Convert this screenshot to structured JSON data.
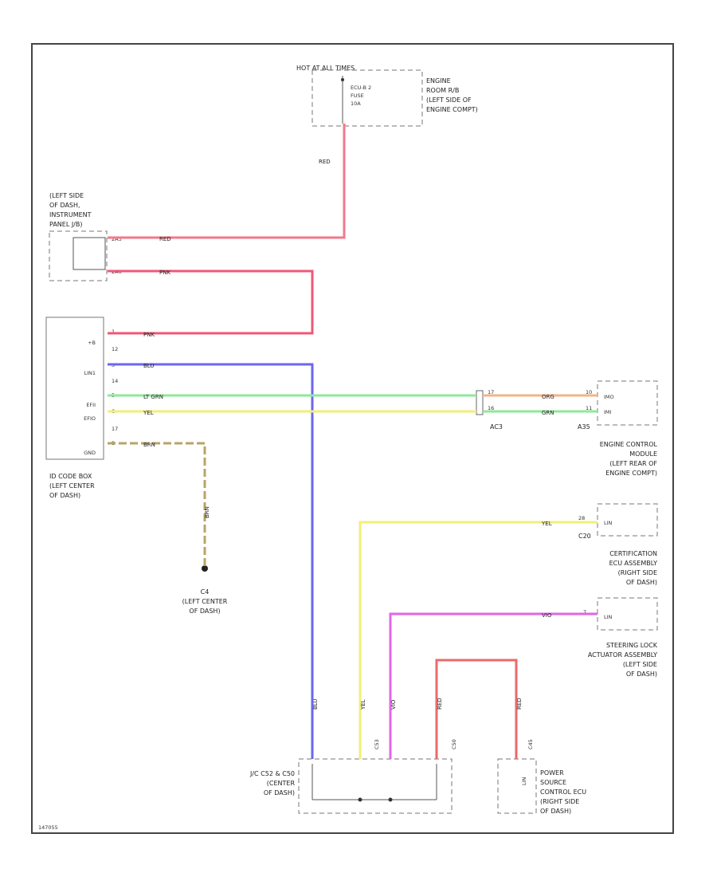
{
  "fuse_box": {
    "header": "HOT AT ALL TIMES",
    "fuse_line1": "ECU-B 2",
    "fuse_line2": "FUSE",
    "fuse_line3": "10A",
    "location": [
      "ENGINE",
      "ROOM R/B",
      "(LEFT SIDE OF",
      "ENGINE COMPT)"
    ]
  },
  "instrument_panel": {
    "location": [
      "(LEFT SIDE",
      "OF DASH,",
      "INSTRUMENT",
      "PANEL J/B)"
    ],
    "pin_a": "2A3",
    "pin_b": "2A6"
  },
  "id_code_box": {
    "pins": [
      "+B",
      "12",
      "LIN1",
      "14",
      "EFII",
      "EFIO",
      "17",
      "GND"
    ],
    "pin_nums": [
      "1",
      "2",
      "3",
      "4",
      "5",
      "6",
      "7",
      "8"
    ],
    "label": [
      "ID CODE BOX",
      "(LEFT CENTER",
      "OF DASH)"
    ]
  },
  "ground": {
    "name": "C4",
    "location": [
      "(LEFT CENTER",
      "OF DASH)"
    ]
  },
  "ecm": {
    "pins": [
      "IMO",
      "IMI"
    ],
    "pin_nums": [
      "10",
      "11"
    ],
    "connectors": [
      "AC3",
      "A35"
    ],
    "inline_pins": [
      "17",
      "16"
    ],
    "location": [
      "ENGINE CONTROL",
      "MODULE",
      "(LEFT REAR OF",
      "ENGINE COMPT)"
    ]
  },
  "certification_ecu": {
    "pin_label": "LIN",
    "pin_num": "28",
    "connector": "C20",
    "location": [
      "CERTIFICATION",
      "ECU ASSEMBLY",
      "(RIGHT SIDE",
      "OF DASH)"
    ]
  },
  "steering_lock": {
    "pin_label": "LIN",
    "pin_num": "7",
    "location": [
      "STEERING LOCK",
      "ACTUATOR ASSEMBLY",
      "(LEFT SIDE",
      "OF DASH)"
    ]
  },
  "junction_connector": {
    "connectors": [
      "C53",
      "C50"
    ],
    "location": [
      "J/C C52 & C50",
      "(CENTER",
      "OF DASH)"
    ]
  },
  "power_ecu": {
    "pin_label": "LIN",
    "connector": "C45",
    "location": [
      "POWER",
      "SOURCE",
      "CONTROL ECU",
      "(RIGHT SIDE",
      "OF DASH)"
    ]
  },
  "wire_labels": {
    "fuse_out": "RED",
    "fuse_to_ip": "RED",
    "ip_out": "PNK",
    "ip_to_id": "PNK",
    "blu": "BLU",
    "lt_grn": "LT GRN",
    "yel": "YEL",
    "grn_ecm": "GRN",
    "org_ecm": "ORG",
    "brn": "BRN",
    "brn_down": "BRN",
    "yel_cert": "YEL",
    "vio_lock": "VIO",
    "v_blu": "BLU",
    "v_yel": "YEL",
    "v_vio": "VIO",
    "v_red1": "RED",
    "v_red2": "RED"
  },
  "footer": "147055",
  "colors": {
    "red": "#f07a8a",
    "pink": "#ee5878",
    "blue": "#6b66ef",
    "green": "#8fe89a",
    "yellow": "#f2ee7a",
    "orange": "#f2b48a",
    "violet": "#e066e6",
    "brown": "#b9a466",
    "red_strong": "#ea6a6a",
    "outline": "#555555"
  }
}
